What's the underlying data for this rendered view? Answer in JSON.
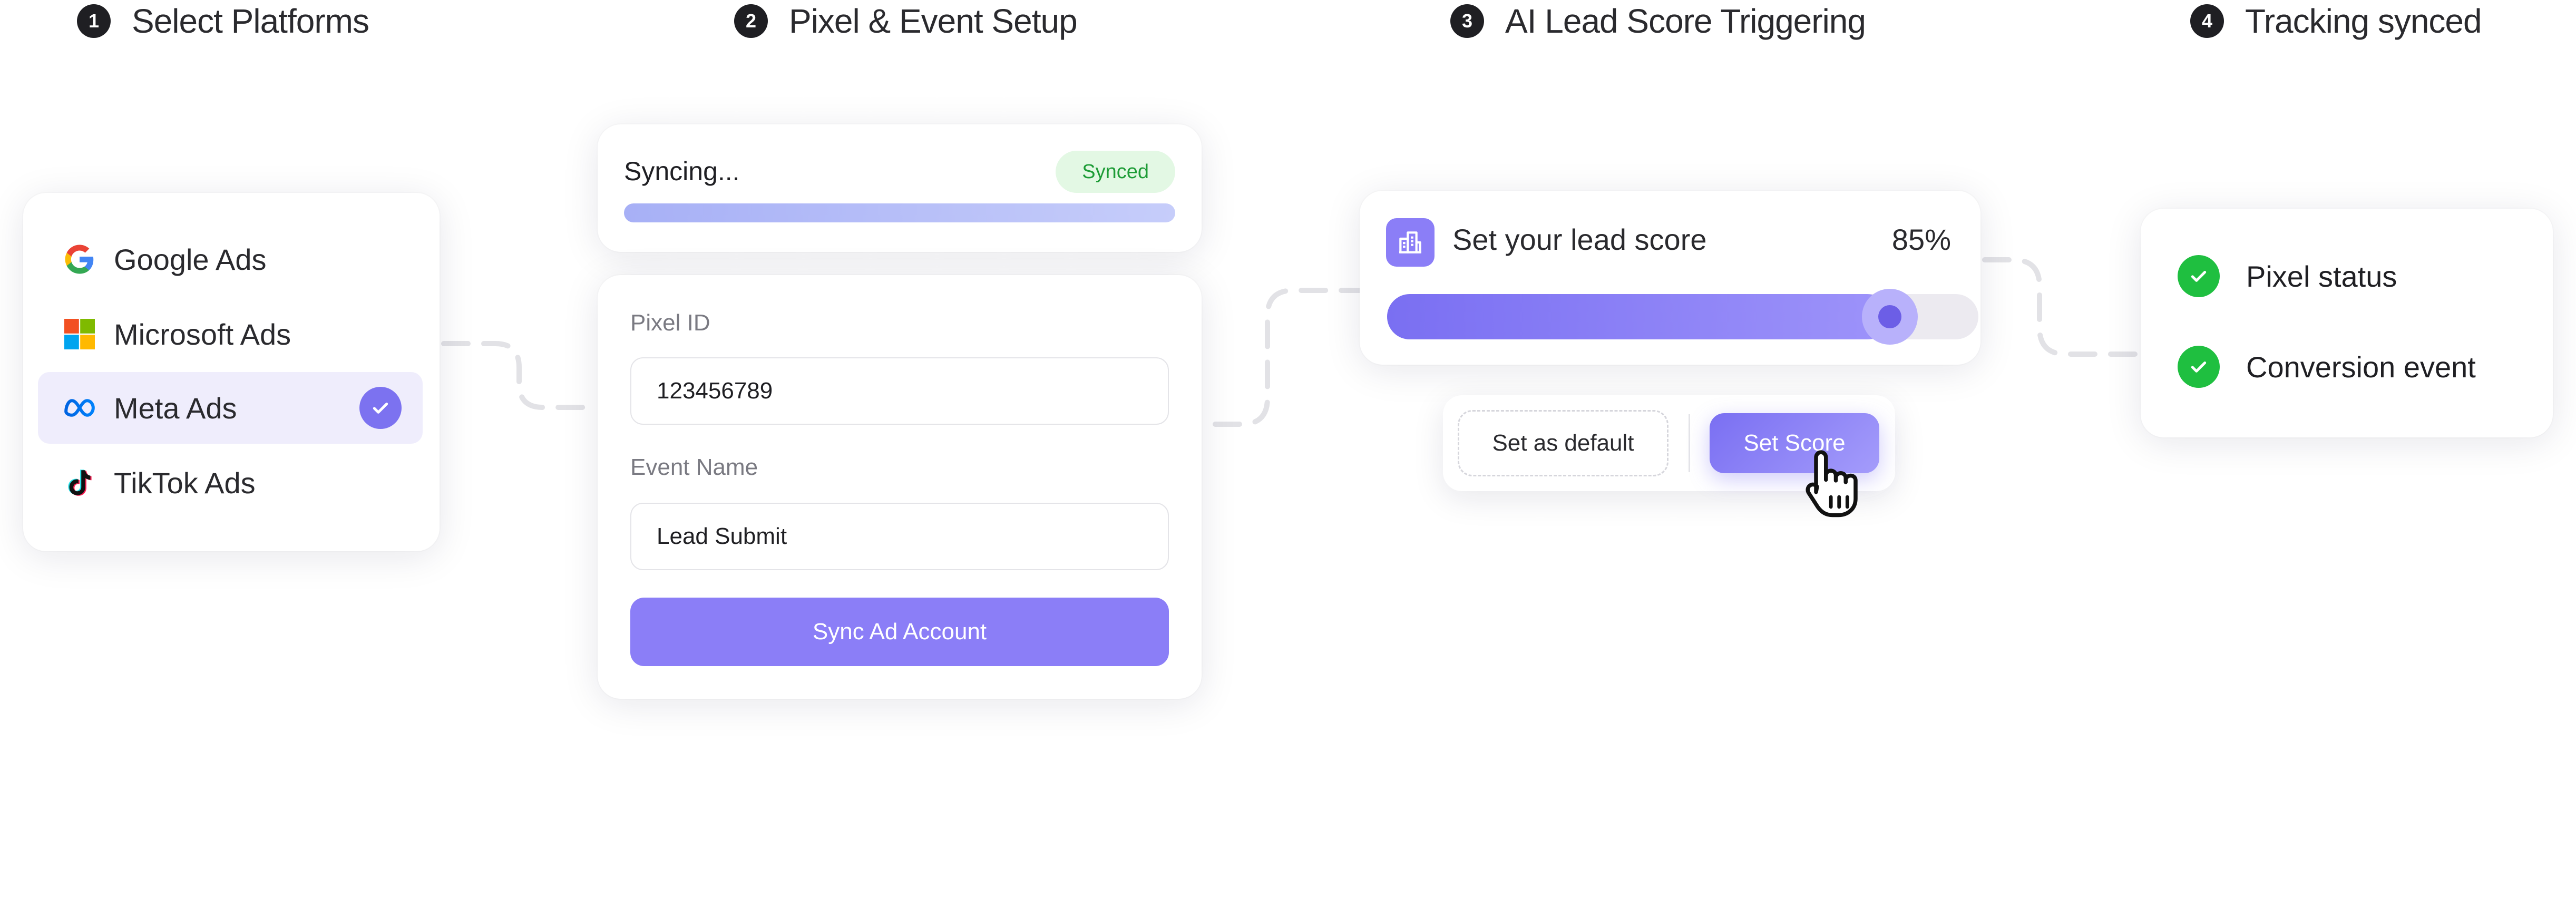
{
  "steps": [
    {
      "number": "1",
      "title": "Select Platforms"
    },
    {
      "number": "2",
      "title": "Pixel & Event Setup"
    },
    {
      "number": "3",
      "title": "AI Lead Score Triggering"
    },
    {
      "number": "4",
      "title": "Tracking synced"
    }
  ],
  "platforms": {
    "items": [
      {
        "label": "Google Ads",
        "icon": "google-icon",
        "selected": false
      },
      {
        "label": "Microsoft Ads",
        "icon": "microsoft-icon",
        "selected": false
      },
      {
        "label": "Meta Ads",
        "icon": "meta-icon",
        "selected": true
      },
      {
        "label": "TikTok Ads",
        "icon": "tiktok-icon",
        "selected": false
      }
    ]
  },
  "sync": {
    "title": "Syncing...",
    "badge": "Synced",
    "progress": 1.0
  },
  "pixel_form": {
    "pixel_id_label": "Pixel ID",
    "pixel_id_value": "123456789",
    "event_name_label": "Event Name",
    "event_name_value": "Lead Submit",
    "submit_label": "Sync Ad Account"
  },
  "lead_score": {
    "title": "Set your lead score",
    "value_text": "85%",
    "value": 0.85,
    "default_button": "Set as default",
    "score_button": "Set Score"
  },
  "tracking": {
    "items": [
      {
        "label": "Pixel status",
        "status": "done"
      },
      {
        "label": "Conversion event",
        "status": "done"
      }
    ]
  },
  "colors": {
    "accent": "#8b7ef7",
    "success": "#1fbf40",
    "synced_text": "#1d9c36",
    "heading": "#2a2a2e"
  }
}
